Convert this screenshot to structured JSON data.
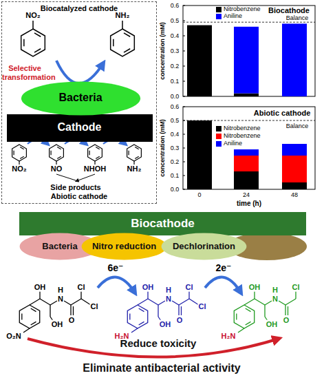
{
  "diagram": {
    "nodes": [
      {
        "text": [
          "Biocatalyzed cathode",
          "Abiotic cathode"
        ]
      },
      {
        "text": [
          "Bacteria"
        ],
        "in": 0
      },
      {
        "text": [
          "Cathode"
        ],
        "in": 0
      },
      {
        "text": [
          "Biocathode"
        ]
      },
      {
        "text": [
          "Bacteria"
        ]
      },
      {
        "text": [
          "Nitro reduction"
        ]
      },
      {
        "text": [
          "Dechlorination"
        ]
      }
    ],
    "labels": [
      "NO₂",
      "NH₂",
      "Selective transformation",
      "NO₂",
      "NO",
      "NHOH",
      "NH₂",
      "Side products",
      "Biocathode",
      "Balance",
      "0.6",
      "0.5",
      "0.4",
      "0.3",
      "0.2",
      "0.1",
      "0.0",
      "concentration (mM)",
      "Abiotic cathode",
      "Balance",
      "0.6",
      "0.5",
      "0.4",
      "0.3",
      "0.2",
      "0.1",
      "0.0",
      "concentration (mM)",
      "0",
      "24",
      "48",
      "time (h)",
      "6e⁻",
      "2e⁻",
      "OH",
      "H",
      "N",
      "Cl",
      "Cl",
      "O",
      "OH",
      "O₂N",
      "OH",
      "H",
      "N",
      "Cl",
      "Cl",
      "O",
      "OH",
      "H₂N",
      "OH",
      "H",
      "N",
      "Cl",
      "O",
      "OH",
      "H₂N",
      "Reduce toxicity",
      "Eliminate antibacterial activity"
    ],
    "legend": [
      {
        "text": "Nitrobenzene",
        "color": "#000000"
      },
      {
        "text": "Aniline",
        "color": "#0000ff"
      },
      {
        "text": "Nitrobenzene",
        "color": "#000000"
      },
      {
        "text": "Nitrobenzene",
        "color": "#ff0000"
      },
      {
        "text": "Aniline",
        "color": "#0000ff"
      }
    ]
  }
}
